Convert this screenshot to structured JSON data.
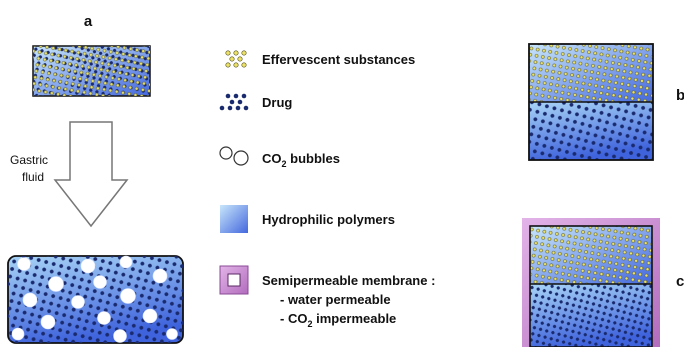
{
  "panel_labels": {
    "a": "a",
    "b": "b",
    "c": "c"
  },
  "arrow_label": {
    "line1": "Gastric",
    "line2": "fluid"
  },
  "legend": {
    "effervescent": "Effervescent substances",
    "drug": "Drug",
    "co2_prefix": "CO",
    "co2_sub": "2",
    "co2_suffix": " bubbles",
    "hydrophilic": "Hydrophilic polymers",
    "membrane_title": "Semipermeable membrane :",
    "membrane_line1": "- water permeable",
    "membrane_line2_prefix": "- CO",
    "membrane_line2_sub": "2",
    "membrane_line2_suffix": " impermeable"
  },
  "colors": {
    "polymer_light": "#bfe0f8",
    "polymer_dark": "#4a6fe0",
    "drug_dot": "#1a2a6e",
    "effervescent_dot": "#e8e060",
    "bubble": "#ffffff",
    "membrane": "#c27ec9"
  }
}
